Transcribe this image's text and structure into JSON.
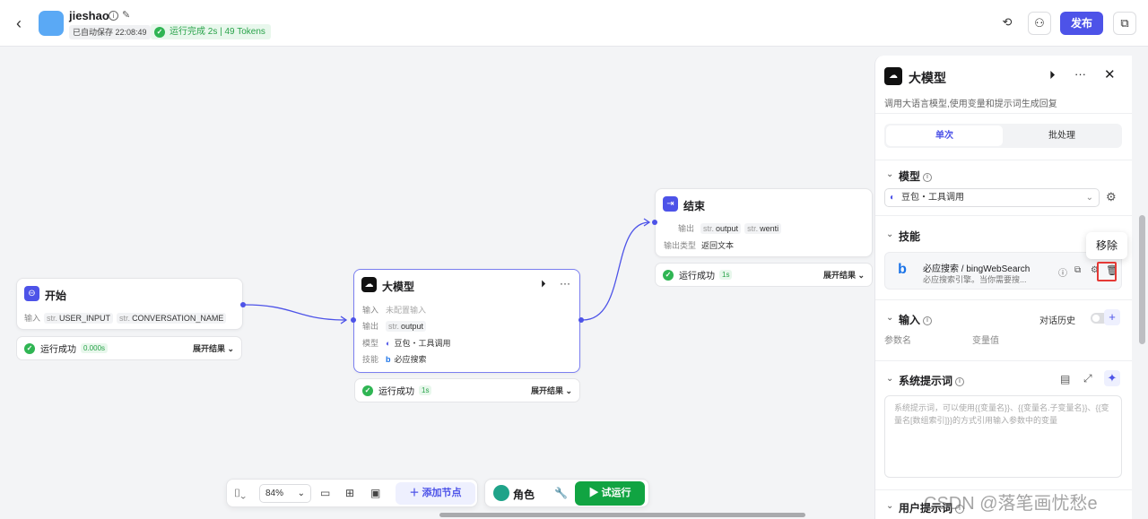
{
  "header": {
    "back_icon": "chevron-left-icon",
    "app_name": "jieshao",
    "autosave": "已自动保存 22:08:49",
    "run_status": "运行完成 2s | 49 Tokens",
    "publish_label": "发布"
  },
  "nodes": {
    "start": {
      "title": "开始",
      "input_label": "输入",
      "inputs": [
        "USER_INPUT",
        "CONVERSATION_NAME"
      ],
      "type_prefix": "str.",
      "status": "运行成功",
      "time": "0.000s",
      "expand": "展开结果"
    },
    "llm": {
      "title": "大模型",
      "input_label": "输入",
      "input_value": "未配置输入",
      "output_label": "输出",
      "output_value": "output",
      "model_label": "模型",
      "model_value": "豆包・工具调用",
      "skill_label": "技能",
      "skill_value": "必应搜索",
      "status": "运行成功",
      "time": "1s",
      "expand": "展开结果"
    },
    "end": {
      "title": "结束",
      "output_label": "输出",
      "outputs": [
        "output",
        "wenti"
      ],
      "output_type_label": "输出类型",
      "output_type_value": "返回文本",
      "status": "运行成功",
      "time": "1s",
      "expand": "展开结果"
    }
  },
  "bottom_toolbar": {
    "zoom": "84%",
    "add_node": "添加节点",
    "role": "角色",
    "trial_run": "试运行"
  },
  "panel": {
    "title": "大模型",
    "description": "调用大语言模型,使用变量和提示词生成回复",
    "tabs": [
      "单次",
      "批处理"
    ],
    "model_section": "模型",
    "model_value": "豆包・工具调用",
    "skill_section": "技能",
    "skill_name": "必应搜索 / bingWebSearch",
    "skill_desc": "必应搜索引擎。当你需要搜...",
    "tooltip_remove": "移除",
    "input_section": "输入",
    "chat_history": "对话历史",
    "param_name": "参数名",
    "param_value": "变量值",
    "system_prompt_section": "系统提示词",
    "system_prompt_placeholder": "系统提示词，可以使用{{变量名}}、{{变量名.子变量名}}、{{变量名[数组索引]}}的方式引用输入参数中的变量",
    "user_prompt_section": "用户提示词"
  },
  "watermark": "CSDN @落笔画忧愁e"
}
